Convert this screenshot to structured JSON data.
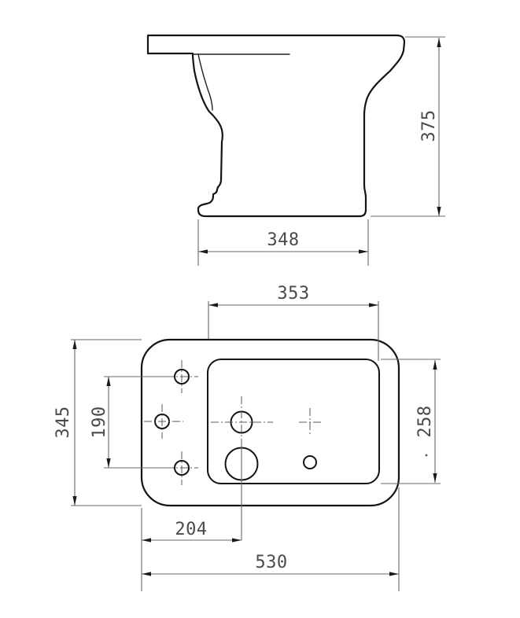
{
  "drawing": {
    "dimensions": {
      "side_view": {
        "height": "375",
        "base_depth": "348"
      },
      "plan_view": {
        "basin_width": "353",
        "overall_depth": "345",
        "hole_spacing": "190",
        "basin_depth": "258",
        "drain_offset": "204",
        "overall_width": "530"
      }
    }
  }
}
